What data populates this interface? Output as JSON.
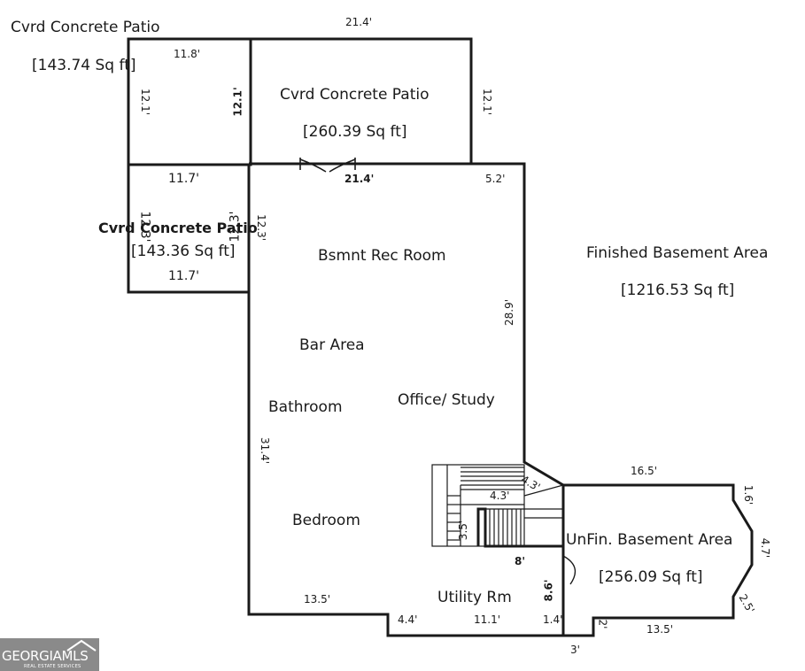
{
  "labels": {
    "patio_topleft_name": "Cvrd Concrete Patio",
    "patio_topleft_area": "[143.74 Sq ft]",
    "patio_center_name": "Cvrd Concrete Patio",
    "patio_center_area": "[260.39 Sq ft]",
    "patio_left_name": "Cvrd Concrete Patio",
    "patio_left_area": "[143.36 Sq ft]",
    "rec_room": "Bsmnt Rec Room",
    "finished_name": "Finished Basement Area",
    "finished_area": "[1216.53 Sq ft]",
    "bar_area": "Bar Area",
    "bathroom": "Bathroom",
    "office": "Office/ Study",
    "bedroom": "Bedroom",
    "unfin_name": "UnFin. Basement Area",
    "unfin_area": "[256.09 Sq ft]",
    "utility": "Utility Rm"
  },
  "dims": {
    "d_21_4_top": "21.4'",
    "d_11_8": "11.8'",
    "d_12_1_a": "12.1'",
    "d_12_1_b": "12.1'",
    "d_12_1_c": "12.1'",
    "d_11_7_top": "11.7'",
    "d_21_4_mid": "21.4'",
    "d_5_2": "5.2'",
    "d_12_3_a": "12.3'",
    "d_12_3_b": "12.3'",
    "d_12_3_c": "12.3'",
    "d_11_7_bot": "11.7'",
    "d_28_9": "28.9'",
    "d_31_4": "31.4'",
    "d_4_3_a": "4.3'",
    "d_4_3_b": "4.3'",
    "d_3_5": "3.5'",
    "d_8": "8'",
    "d_8_6": "8.6'",
    "d_16_5": "16.5'",
    "d_1_6": "1.6'",
    "d_4_7": "4.7'",
    "d_2_5": "2.5'",
    "d_13_5_left": "13.5'",
    "d_13_5_right": "13.5'",
    "d_4_4": "4.4'",
    "d_11_1": "11.1'",
    "d_1_4": "1.4'",
    "d_2": "2'",
    "d_3": "3'"
  },
  "logo": {
    "text": "GEORGIAMLS",
    "subtext": "REAL ESTATE SERVICES",
    "color": "#8a8a8a"
  },
  "colors": {
    "wall": "#1a1a1a",
    "background": "#ffffff"
  }
}
